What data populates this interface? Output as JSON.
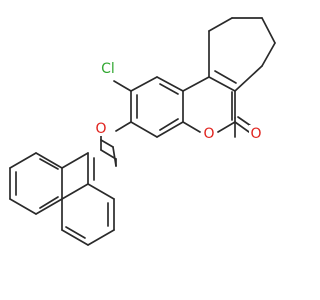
{
  "molecule": {
    "atoms": {
      "chlorine": {
        "symbol": "Cl",
        "color": "#33a833"
      },
      "ether_oxygen": {
        "symbol": "O",
        "color": "#e0211c"
      },
      "ring_oxygen": {
        "symbol": "O",
        "color": "#e0211c"
      },
      "carbonyl_oxygen": {
        "symbol": "O",
        "color": "#e0211c"
      }
    },
    "bond_color": "#2a2a2a",
    "background": "#ffffff"
  }
}
